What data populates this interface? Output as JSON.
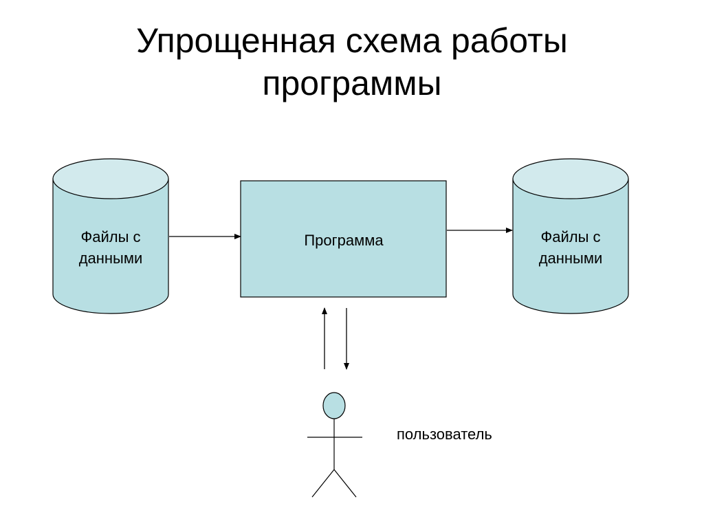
{
  "title": {
    "line1": "Упрощенная схема работы",
    "line2": "программы"
  },
  "nodes": {
    "left_db": {
      "line1": "Файлы с",
      "line2": "данными"
    },
    "program": {
      "label": "Программа"
    },
    "right_db": {
      "line1": "Файлы с",
      "line2": "данными"
    },
    "user": {
      "label": "пользователь"
    }
  },
  "colors": {
    "fill": "#b8dfe3",
    "fill_top": "#d2eaed",
    "stroke": "#000000"
  }
}
